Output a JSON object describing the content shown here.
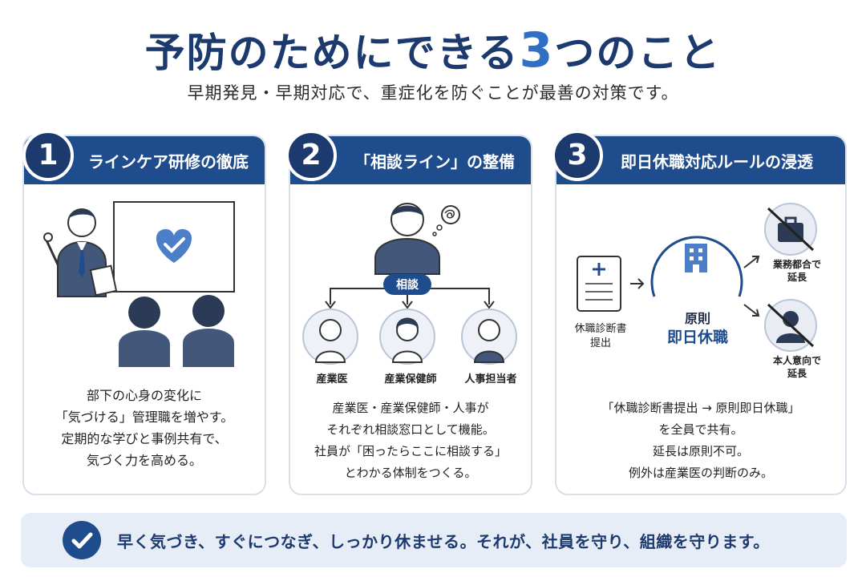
{
  "header": {
    "title_before": "予防のためにできる",
    "title_num": "3",
    "title_after": "つのこと",
    "subtitle": "早期発見・早期対応で、重症化を防ぐことが最善の対策です。"
  },
  "cards": [
    {
      "number": "1",
      "title": "ラインケア研修の徹底",
      "body": [
        "部下の心身の変化に",
        "「気づける」管理職を増やす。",
        "定期的な学びと事例共有で、",
        "気づく力を高める。"
      ]
    },
    {
      "number": "2",
      "title": "「相談ライン」の整備",
      "center_label": "相談",
      "roles": [
        "産業医",
        "産業保健師",
        "人事担当者"
      ],
      "body": [
        "産業医・産業保健師・人事が",
        "それぞれ相談窓口として機能。",
        "社員が「困ったらここに相談する」",
        "とわかる体制をつくる。"
      ]
    },
    {
      "number": "3",
      "title": "即日休職対応ルールの浸透",
      "doc_label_1": "休職診断書",
      "doc_label_2": "提出",
      "principle": "原則",
      "principle_main": "即日休職",
      "opt1_1": "業務都合で",
      "opt1_2": "延長",
      "opt2_1": "本人意向で",
      "opt2_2": "延長",
      "body": [
        "「休職診断書提出 → 原則即日休職」",
        "を全員で共有。",
        "延長は原則不可。",
        "例外は産業医の判断のみ。"
      ]
    }
  ],
  "footer": {
    "message": "早く気づき、すぐにつなぎ、しっかり休ませる。それが、社員を守り、組織を守ります。"
  },
  "colors": {
    "navy": "#1c3a6e",
    "blue": "#1f4c8d",
    "accent": "#2f6fc4",
    "light": "#e6edf7"
  },
  "icons": [
    "heart-icon",
    "person-icon",
    "thought-scribble-icon",
    "hospital-building-icon",
    "document-icon",
    "briefcase-icon",
    "check-icon",
    "arrow-icon",
    "cross-out-icon"
  ]
}
